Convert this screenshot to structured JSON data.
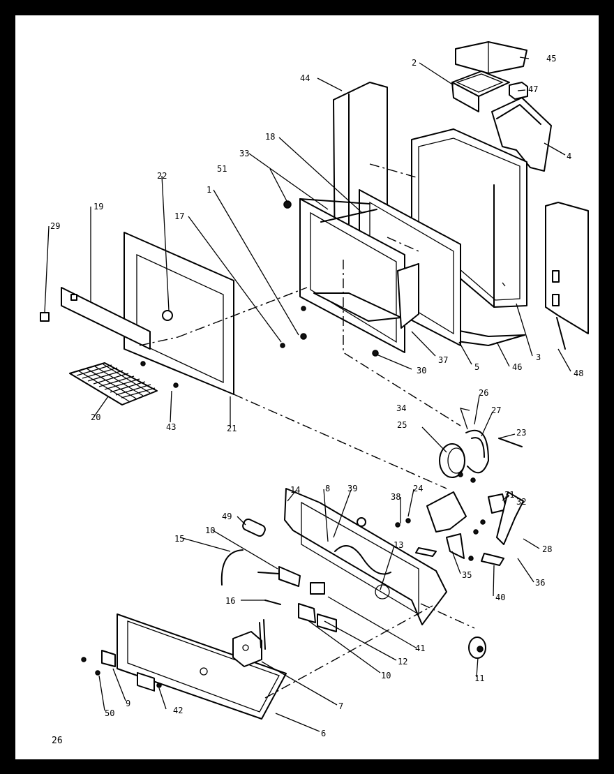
{
  "page_number": "26",
  "labels": [
    {
      "key": "45",
      "text": "45"
    },
    {
      "key": "2",
      "text": "2"
    },
    {
      "key": "47",
      "text": "47"
    },
    {
      "key": "44",
      "text": "44"
    },
    {
      "key": "4",
      "text": "4"
    },
    {
      "key": "18",
      "text": "18"
    },
    {
      "key": "33",
      "text": "33"
    },
    {
      "key": "51",
      "text": "51"
    },
    {
      "key": "22",
      "text": "22"
    },
    {
      "key": "1",
      "text": "1"
    },
    {
      "key": "17",
      "text": "17"
    },
    {
      "key": "19",
      "text": "19"
    },
    {
      "key": "29",
      "text": "29"
    },
    {
      "key": "37",
      "text": "37"
    },
    {
      "key": "5",
      "text": "5"
    },
    {
      "key": "46",
      "text": "46"
    },
    {
      "key": "3",
      "text": "3"
    },
    {
      "key": "48",
      "text": "48"
    },
    {
      "key": "30",
      "text": "30"
    },
    {
      "key": "20",
      "text": "20"
    },
    {
      "key": "43",
      "text": "43"
    },
    {
      "key": "21",
      "text": "21"
    },
    {
      "key": "26",
      "text": "26"
    },
    {
      "key": "34",
      "text": "34"
    },
    {
      "key": "27",
      "text": "27"
    },
    {
      "key": "25",
      "text": "25"
    },
    {
      "key": "23",
      "text": "23"
    },
    {
      "key": "14",
      "text": "14"
    },
    {
      "key": "8",
      "text": "8"
    },
    {
      "key": "39",
      "text": "39"
    },
    {
      "key": "38",
      "text": "38"
    },
    {
      "key": "24",
      "text": "24"
    },
    {
      "key": "31",
      "text": "31"
    },
    {
      "key": "32",
      "text": "32"
    },
    {
      "key": "49",
      "text": "49"
    },
    {
      "key": "15",
      "text": "15"
    },
    {
      "key": "10a",
      "text": "10"
    },
    {
      "key": "13",
      "text": "13"
    },
    {
      "key": "28",
      "text": "28"
    },
    {
      "key": "35",
      "text": "35"
    },
    {
      "key": "36",
      "text": "36"
    },
    {
      "key": "40",
      "text": "40"
    },
    {
      "key": "16",
      "text": "16"
    },
    {
      "key": "41",
      "text": "41"
    },
    {
      "key": "12",
      "text": "12"
    },
    {
      "key": "10b",
      "text": "10"
    },
    {
      "key": "11",
      "text": "11"
    },
    {
      "key": "9",
      "text": "9"
    },
    {
      "key": "50",
      "text": "50"
    },
    {
      "key": "42",
      "text": "42"
    },
    {
      "key": "7",
      "text": "7"
    },
    {
      "key": "6",
      "text": "6"
    }
  ]
}
